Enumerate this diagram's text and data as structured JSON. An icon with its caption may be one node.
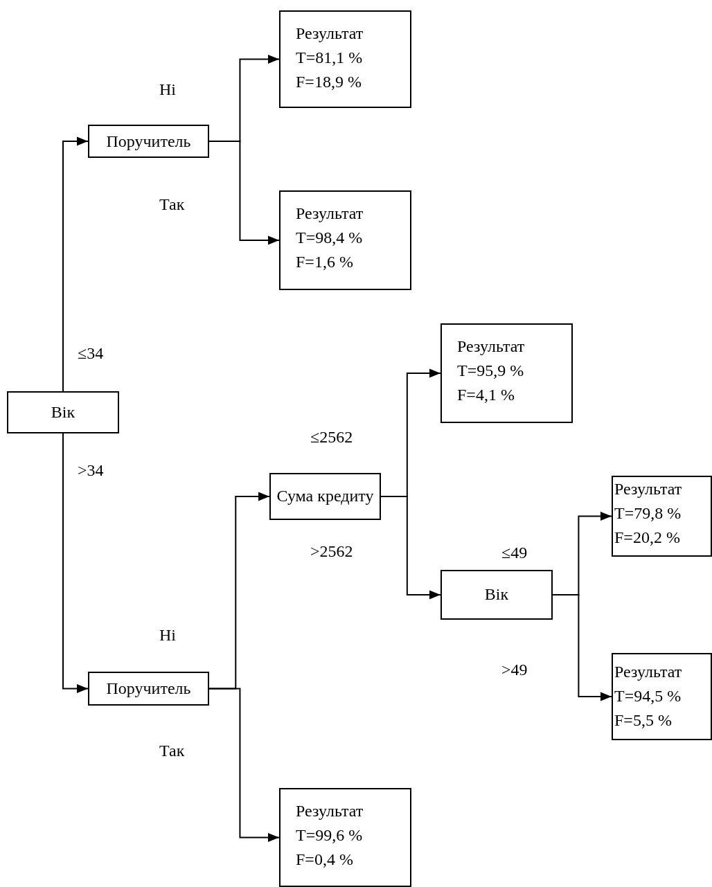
{
  "diagram": {
    "nodes": [
      {
        "text": [
          "Вік"
        ]
      },
      {
        "text": [
          "Поручитель"
        ]
      },
      {
        "text": [
          "Результат",
          "T=81,1 %",
          "F=18,9 %"
        ]
      },
      {
        "text": [
          "Результат",
          "T=98,4 %",
          "F=1,6 %"
        ]
      },
      {
        "text": [
          "Поручитель"
        ]
      },
      {
        "text": [
          "Сума кредиту"
        ]
      },
      {
        "text": [
          "Результат",
          "T=95,9 %",
          "F=4,1 %"
        ]
      },
      {
        "text": [
          "Вік"
        ]
      },
      {
        "text": [
          "Результат",
          "T=79,8 %",
          "F=20,2 %"
        ]
      },
      {
        "text": [
          "Результат",
          "T=94,5 %",
          "F=5,5 %"
        ]
      },
      {
        "text": [
          "Результат",
          "T=99,6 %",
          "F=0,4 %"
        ]
      }
    ],
    "edges": [
      {
        "from": 0,
        "to": 1,
        "arrow": "to",
        "label": "≤34"
      },
      {
        "from": 0,
        "to": 4,
        "arrow": "to",
        "label": ">34"
      },
      {
        "from": 1,
        "to": 2,
        "arrow": "to",
        "label": "Ні"
      },
      {
        "from": 1,
        "to": 3,
        "arrow": "to",
        "label": "Так"
      },
      {
        "from": 4,
        "to": 5,
        "arrow": "to",
        "label": "Ні"
      },
      {
        "from": 4,
        "to": 10,
        "arrow": "to",
        "label": "Так"
      },
      {
        "from": 5,
        "to": 6,
        "arrow": "to",
        "label": "≤2562"
      },
      {
        "from": 5,
        "to": 7,
        "arrow": "to",
        "label": ">2562"
      },
      {
        "from": 7,
        "to": 8,
        "arrow": "to",
        "label": "≤49"
      },
      {
        "from": 7,
        "to": 9,
        "arrow": "to",
        "label": ">49"
      }
    ]
  }
}
